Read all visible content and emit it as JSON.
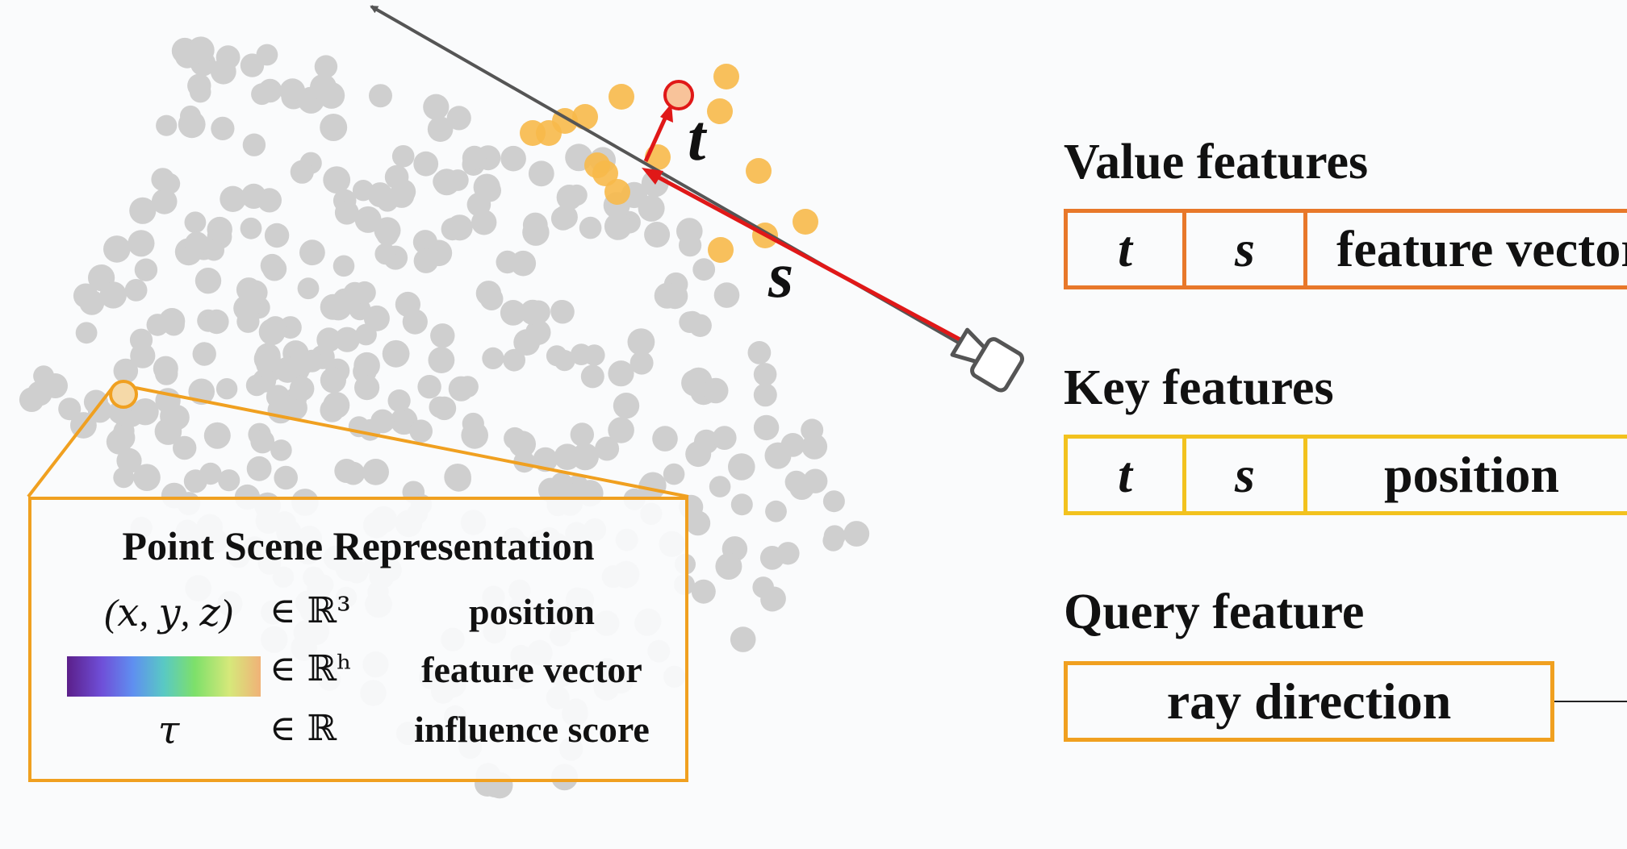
{
  "colors": {
    "orange_dark": "#e8782a",
    "orange": "#f0a020",
    "yellow": "#f2c21e",
    "gray_point": "#cfcfcf",
    "highlight_point": "#f7b94a",
    "ray_red": "#e01818",
    "ray_gray": "#555555"
  },
  "scene": {
    "t_label": "t",
    "s_label": "s"
  },
  "legend": {
    "title": "Point Scene Representation",
    "rows": [
      {
        "symbol": "(𝑥, 𝑦, 𝑧)",
        "set": "∈ ℝ³",
        "description": "position"
      },
      {
        "symbol": "",
        "set": "∈ ℝʰ",
        "description": "feature vector"
      },
      {
        "symbol": "𝜏",
        "set": "∈ ℝ",
        "description": "influence score"
      }
    ]
  },
  "value_features": {
    "title": "Value features",
    "cells": [
      "t",
      "s",
      "feature vector"
    ]
  },
  "key_features": {
    "title": "Key features",
    "cells": [
      "t",
      "s",
      "position"
    ]
  },
  "query_feature": {
    "title": "Query feature",
    "cells": [
      "ray direction"
    ]
  }
}
